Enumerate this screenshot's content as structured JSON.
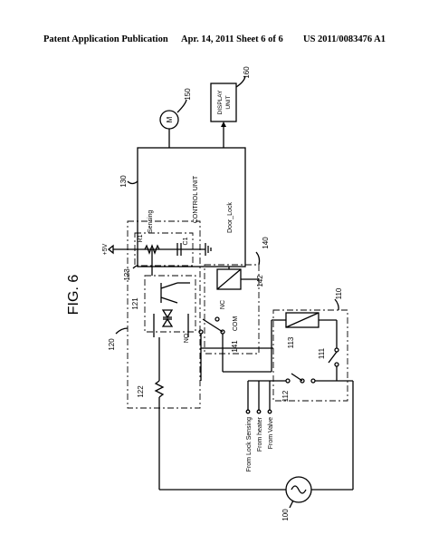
{
  "header": {
    "publication": "Patent Application Publication",
    "date_sheet": "Apr. 14, 2011  Sheet 6 of 6",
    "patent_number": "US 2011/0083476 A1"
  },
  "figure": {
    "title": "FIG. 6",
    "labels": {
      "r100": "100",
      "r110": "110",
      "r111": "111",
      "r112": "112",
      "r113": "113",
      "r120": "120",
      "r121": "121",
      "r122": "122",
      "r123": "123",
      "r130": "130",
      "r140": "140",
      "r141": "141",
      "r142": "142",
      "r150": "150",
      "r160": "160"
    },
    "text": {
      "control_unit": "CONTROL UNIT",
      "sensing": "Sensing",
      "door_lock": "Door_Lock",
      "display_unit_1": "DISPLAY",
      "display_unit_2": "UNIT",
      "motor": "M",
      "plus5v": "+5V",
      "r1": "R1",
      "c1": "C1",
      "nc": "NC",
      "no": "NO",
      "com": "COM",
      "from_lock_sensing": "From Lock Sensing",
      "from_heater": "From heater",
      "from_valve": "From Valve"
    }
  }
}
